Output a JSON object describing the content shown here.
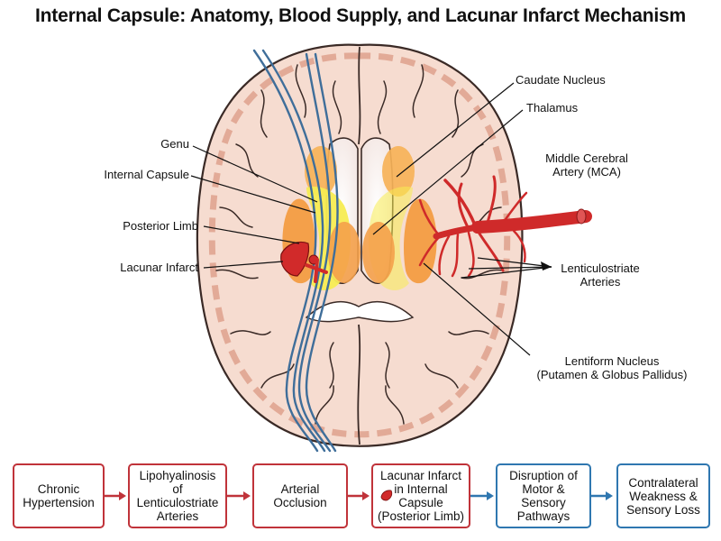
{
  "title": "Internal Capsule: Anatomy, Blood Supply, and Lacunar Infarct Mechanism",
  "labels": {
    "genu": "Genu",
    "internal_capsule": "Internal Capsule",
    "posterior_limb": "Posterior Limb",
    "lacunar_infarct": "Lacunar Infarct",
    "caudate_nucleus": "Caudate Nucleus",
    "thalamus": "Thalamus",
    "mca_line1": "Middle Cerebral",
    "mca_line2": "Artery (MCA)",
    "lenticulostriate_line1": "Lenticulostriate",
    "lenticulostriate_line2": "Arteries",
    "lentiform_line1": "Lentiform Nucleus",
    "lentiform_line2": "(Putamen & Globus Pallidus)"
  },
  "flow": [
    {
      "text": "Chronic\nHypertension",
      "color": "red"
    },
    {
      "text": "Lipohyalinosis\nof\nLenticulostriate\nArteries",
      "color": "red"
    },
    {
      "text": "Arterial\nOcclusion",
      "color": "red"
    },
    {
      "text": "Lacunar Infarct\nin Internal\nCapsule\n(Posterior Limb)",
      "color": "red"
    },
    {
      "text": "Disruption of\nMotor &\nSensory\nPathways",
      "color": "blue"
    },
    {
      "text": "Contralateral\nWeakness &\nSensory Loss",
      "color": "blue"
    }
  ],
  "colors": {
    "brain_fill": "#f6dcd0",
    "brain_outline": "#3a2a26",
    "gyri_gray": "#e9b9a8",
    "lentiform": "#f4a04a",
    "caudate": "#f6b258",
    "thalamus": "#f4a04a",
    "internal_capsule": "#f7ec52",
    "artery": "#cf2a2a",
    "tract": "#3f6e9a",
    "flow_red": "#c0333a",
    "flow_blue": "#2f77b0"
  }
}
